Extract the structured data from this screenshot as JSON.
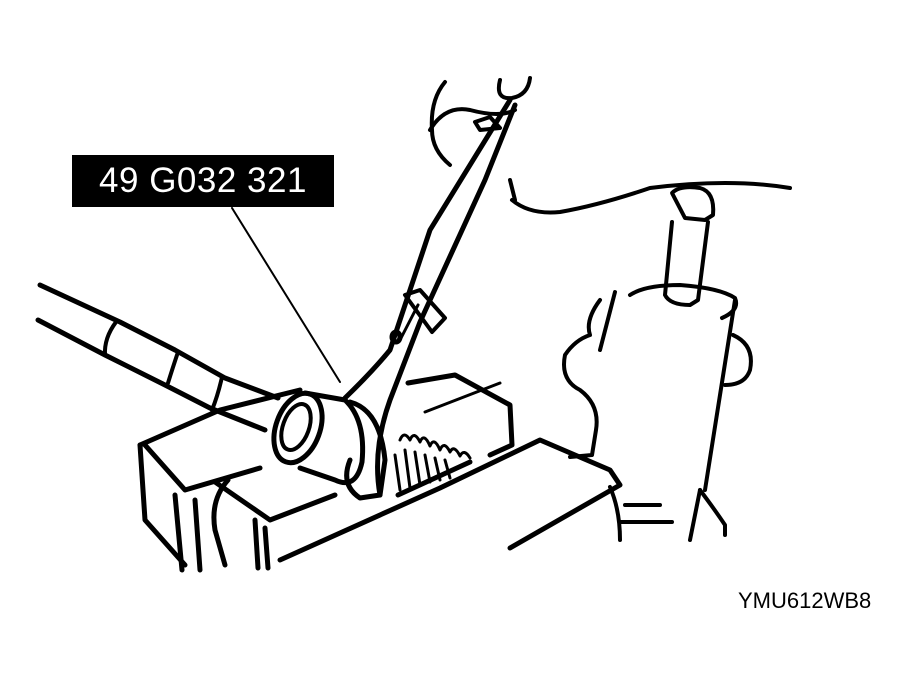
{
  "figure": {
    "callout": {
      "part_number": "49 G032 321",
      "label_bg": "#000000",
      "label_fg": "#ffffff"
    },
    "figure_code": "YMU612WB8",
    "subjects": [
      "torque-wrench",
      "socket-tool",
      "extension-bar",
      "bench-vise",
      "steering-gear-housing",
      "hand"
    ]
  }
}
